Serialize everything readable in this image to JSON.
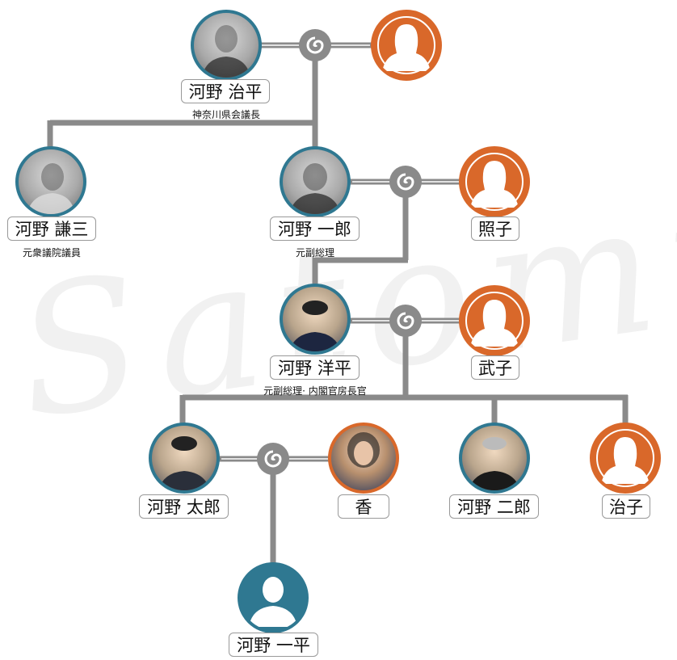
{
  "watermark": "Satomi",
  "colors": {
    "male": "#2f7891",
    "female": "#d9682a",
    "line": "#8a8a8a"
  },
  "people": {
    "jihei": {
      "name": "河野 治平",
      "title": "神奈川県会議長"
    },
    "jihei_wife": {
      "name": ""
    },
    "kenzo": {
      "name": "河野 謙三",
      "title": "元衆議院議員"
    },
    "ichiro": {
      "name": "河野 一郎",
      "title": "元副総理"
    },
    "teruko": {
      "name": "照子"
    },
    "yohei": {
      "name": "河野 洋平",
      "title": "元副総理· 内閣官房長官"
    },
    "takeko": {
      "name": "武子"
    },
    "taro": {
      "name": "河野 太郎"
    },
    "kaori": {
      "name": "香"
    },
    "jiro": {
      "name": "河野 二郎"
    },
    "haruko": {
      "name": "治子"
    },
    "ippei": {
      "name": "河野 一平"
    }
  }
}
